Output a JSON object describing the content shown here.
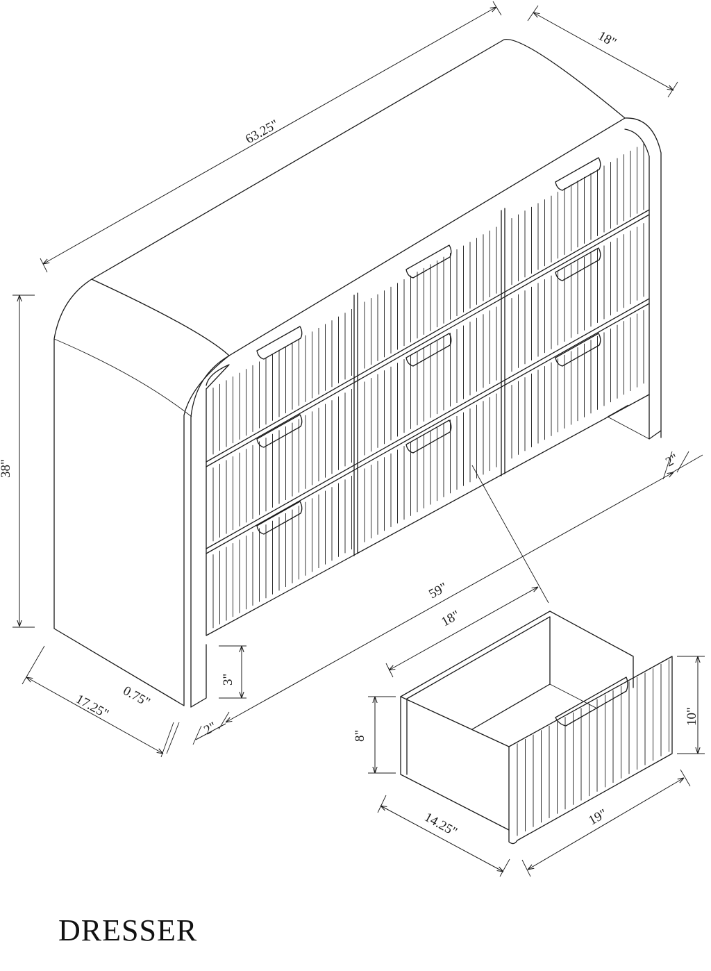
{
  "title": "DRESSER",
  "colors": {
    "line": "#1a1a1a",
    "background": "#ffffff"
  },
  "dimensions": {
    "overall_width": "63.25\"",
    "overall_depth": "18\"",
    "overall_height": "38\"",
    "side_depth": "17.25\"",
    "panel_thickness": "0.75\"",
    "leg_width_front": "2\"",
    "leg_width_right": "2\"",
    "leg_height": "3\"",
    "inner_width": "59\"",
    "drawer_width": "18\"",
    "drawer_box_height": "8\"",
    "drawer_front_height": "10\"",
    "drawer_depth": "14.25\"",
    "drawer_front_width": "19\""
  }
}
